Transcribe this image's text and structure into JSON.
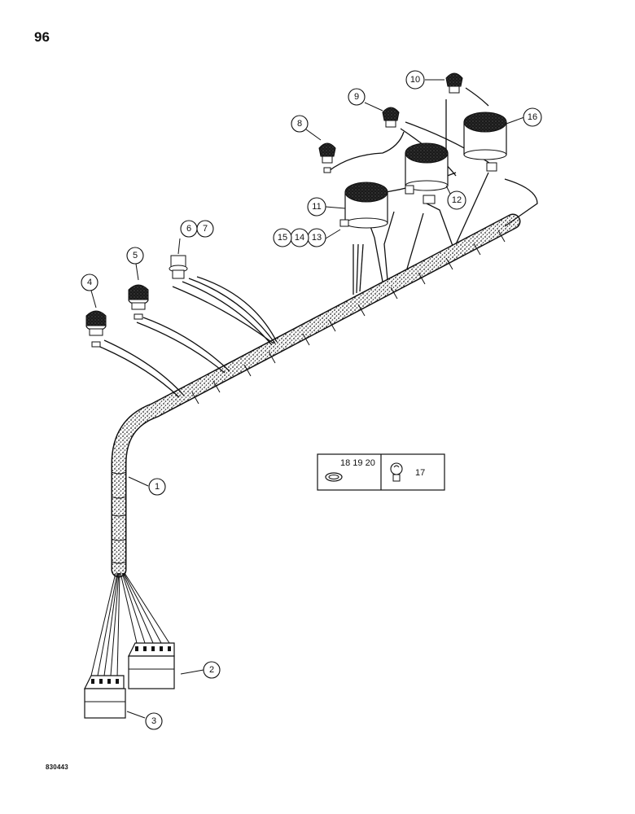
{
  "page": {
    "number": "96",
    "figure_code": "830443"
  },
  "callouts": [
    "1",
    "2",
    "3",
    "4",
    "5",
    "6",
    "7",
    "8",
    "9",
    "10",
    "11",
    "12",
    "13",
    "14",
    "15",
    "16"
  ],
  "kit_box": {
    "seal_items": "18 19 20",
    "bulb_item": "17"
  }
}
